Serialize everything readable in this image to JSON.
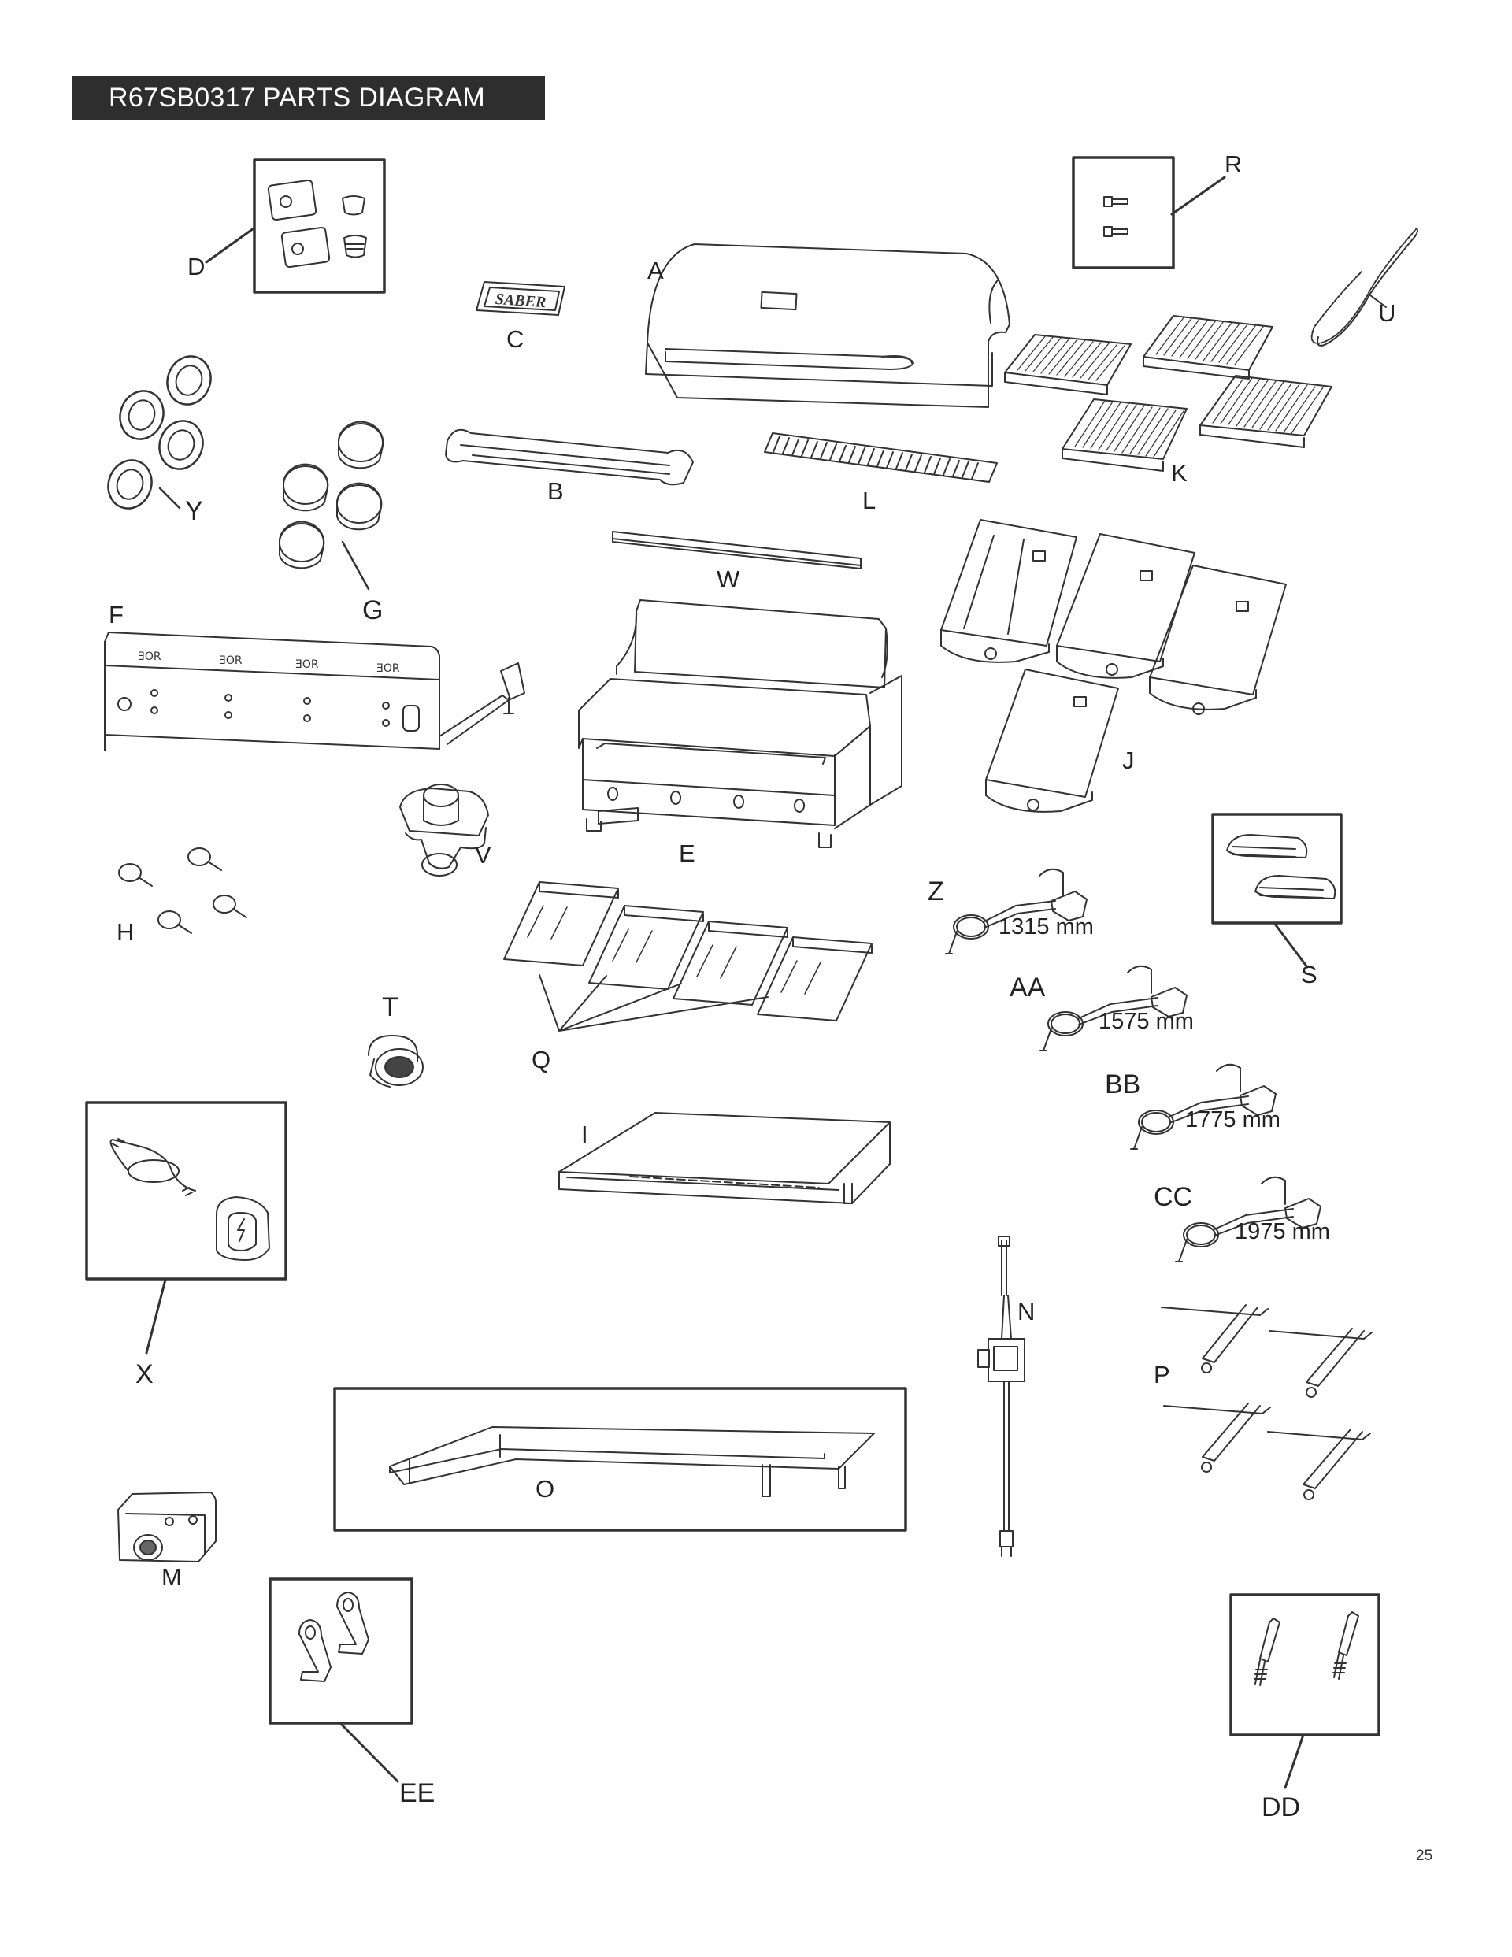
{
  "title": "R67SB0317 PARTS DIAGRAM",
  "page_number": "25",
  "logo_text": "SABER",
  "panel_marks": [
    "ƎOR",
    "ƎOR",
    "ƎOR",
    "ƎOR"
  ],
  "parts": {
    "A": "A",
    "B": "B",
    "C": "C",
    "D": "D",
    "E": "E",
    "F": "F",
    "G": "G",
    "H": "H",
    "I": "I",
    "J": "J",
    "K": "K",
    "L": "L",
    "M": "M",
    "N": "N",
    "O": "O",
    "P": "P",
    "Q": "Q",
    "R": "R",
    "S": "S",
    "T": "T",
    "U": "U",
    "V": "V",
    "W": "W",
    "X": "X",
    "Y": "Y",
    "Z": "Z",
    "AA": "AA",
    "BB": "BB",
    "CC": "CC",
    "DD": "DD",
    "EE": "EE"
  },
  "lengths": {
    "Z": "1315 mm",
    "AA": "1575 mm",
    "BB": "1775 mm",
    "CC": "1975 mm"
  }
}
